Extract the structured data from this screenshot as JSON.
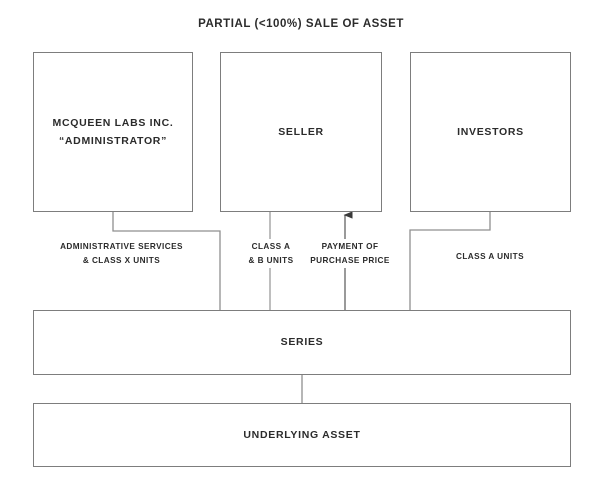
{
  "diagram": {
    "title": "PARTIAL (<100%) SALE OF ASSET",
    "nodes": {
      "administrator": {
        "line1": "MCQUEEN LABS INC.",
        "line2": "“ADMINISTRATOR”"
      },
      "seller": {
        "label": "SELLER"
      },
      "investors": {
        "label": "INVESTORS"
      },
      "series": {
        "label": "SERIES"
      },
      "underlying_asset": {
        "label": "UNDERLYING ASSET"
      }
    },
    "edge_labels": {
      "admin_services": {
        "line1": "ADMINISTRATIVE SERVICES",
        "line2": "& CLASS X UNITS"
      },
      "class_ab_units": {
        "line1": "CLASS A",
        "line2": "& B UNITS"
      },
      "payment_price": {
        "line1": "PAYMENT OF",
        "line2": "PURCHASE PRICE"
      },
      "class_a_units": {
        "line1": "CLASS A UNITS",
        "line2": ""
      }
    },
    "colors": {
      "box_border": "#7d7d7d",
      "connector": "#8f8f8f",
      "connector_dark": "#555555",
      "text": "#2b2b2b",
      "background": "#ffffff"
    }
  }
}
